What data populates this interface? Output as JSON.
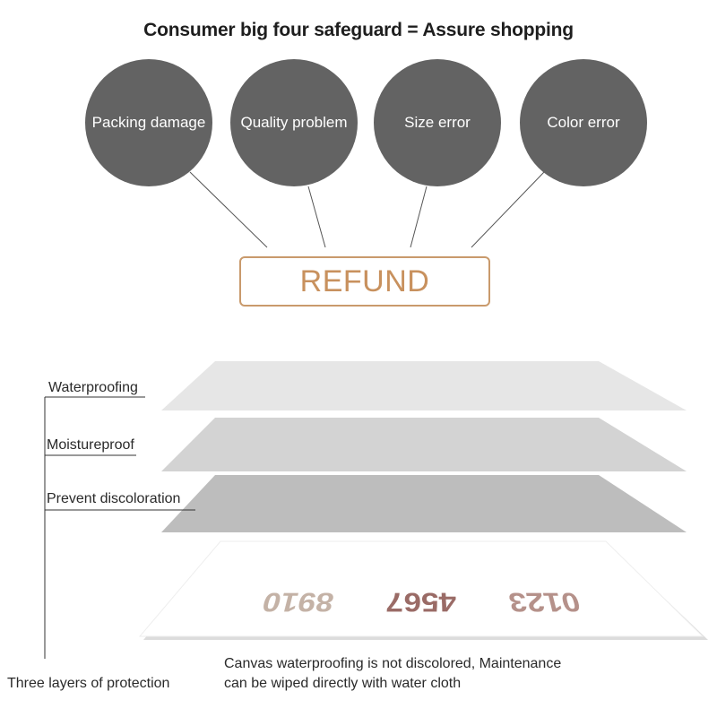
{
  "title": "Consumer big four safeguard = Assure shopping",
  "circles": [
    {
      "label": "Packing  damage"
    },
    {
      "label": "Quality  problem"
    },
    {
      "label": "Size  error"
    },
    {
      "label": "Color  error"
    }
  ],
  "refund_label": "REFUND",
  "layers": [
    {
      "label": "Waterproofing"
    },
    {
      "label": "Moistureproof"
    },
    {
      "label": "Prevent  discoloration"
    }
  ],
  "protection_label": "Three layers of protection",
  "note": {
    "line1": "Canvas waterproofing is not discolored, Maintenance",
    "line2": "can be wiped directly with water cloth"
  },
  "canvas_numbers": {
    "row1": "0123",
    "row2": "4567",
    "row3": "8910"
  },
  "colors": {
    "circle": "#636363",
    "refund": "#c8915e"
  }
}
